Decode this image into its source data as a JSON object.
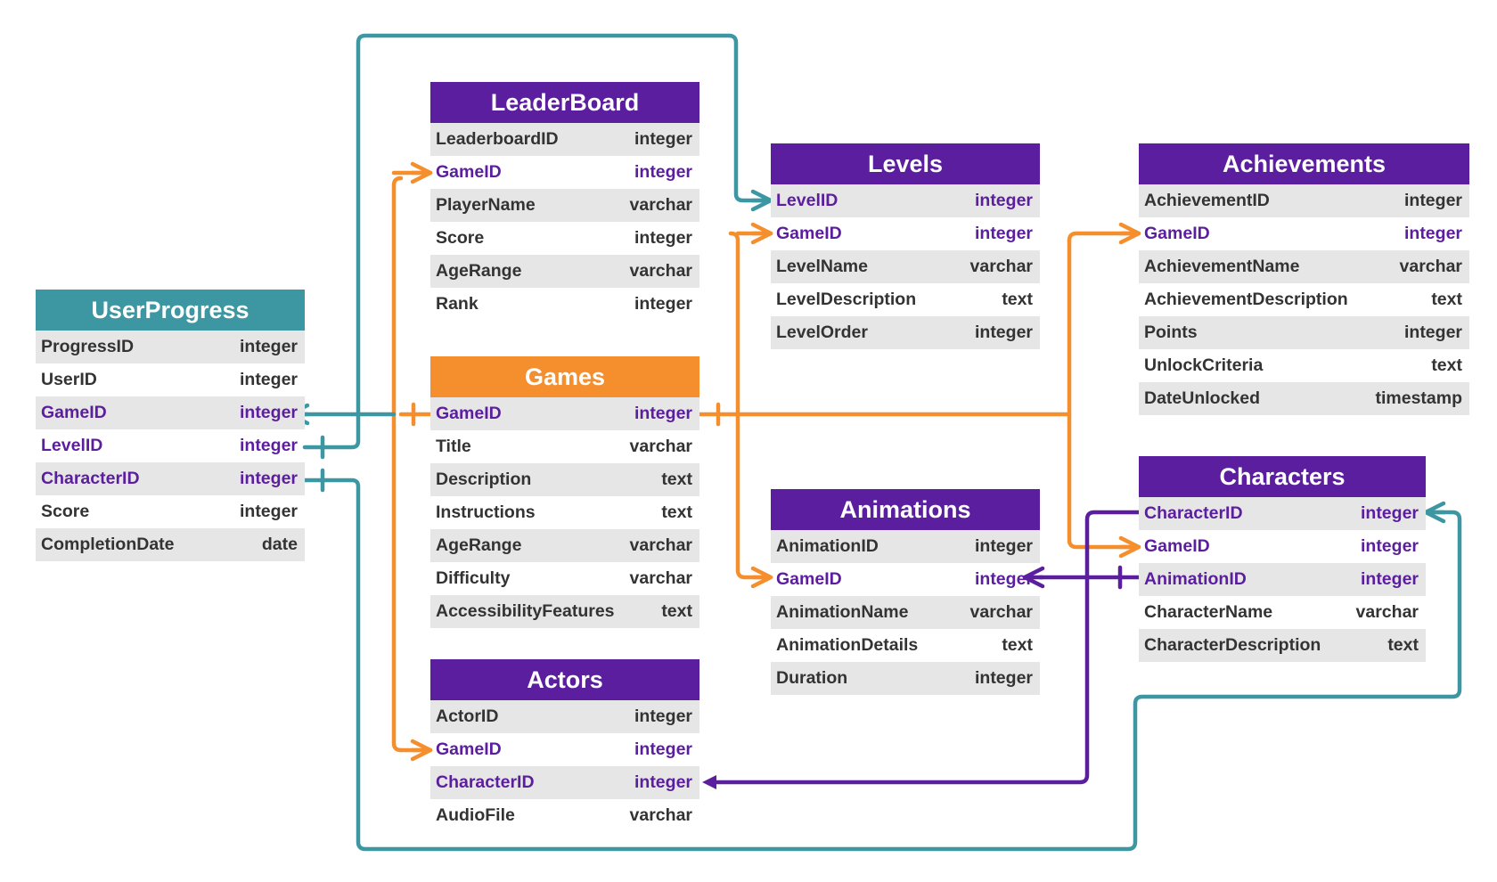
{
  "colors": {
    "purple": "#5b1e9e",
    "orange": "#f58f2e",
    "teal": "#3c97a3",
    "row_alt": "#e6e6e6",
    "text": "#333333"
  },
  "tables": [
    {
      "id": "userprogress",
      "title": "UserProgress",
      "header_color": "#3c97a3",
      "rows": [
        {
          "name": "ProgressID",
          "type": "integer",
          "key": false
        },
        {
          "name": "UserID",
          "type": "integer",
          "key": false
        },
        {
          "name": "GameID",
          "type": "integer",
          "key": true
        },
        {
          "name": "LevelID",
          "type": "integer",
          "key": true
        },
        {
          "name": "CharacterID",
          "type": "integer",
          "key": true
        },
        {
          "name": "Score",
          "type": "integer",
          "key": false
        },
        {
          "name": "CompletionDate",
          "type": "date",
          "key": false
        }
      ]
    },
    {
      "id": "leaderboard",
      "title": "LeaderBoard",
      "header_color": "#5b1e9e",
      "rows": [
        {
          "name": "LeaderboardID",
          "type": "integer",
          "key": false
        },
        {
          "name": "GameID",
          "type": "integer",
          "key": true
        },
        {
          "name": "PlayerName",
          "type": "varchar",
          "key": false
        },
        {
          "name": "Score",
          "type": "integer",
          "key": false
        },
        {
          "name": "AgeRange",
          "type": "varchar",
          "key": false
        },
        {
          "name": "Rank",
          "type": "integer",
          "key": false
        }
      ]
    },
    {
      "id": "games",
      "title": "Games",
      "header_color": "#f58f2e",
      "rows": [
        {
          "name": "GameID",
          "type": "integer",
          "key": true
        },
        {
          "name": "Title",
          "type": "varchar",
          "key": false
        },
        {
          "name": "Description",
          "type": "text",
          "key": false
        },
        {
          "name": "Instructions",
          "type": "text",
          "key": false
        },
        {
          "name": "AgeRange",
          "type": "varchar",
          "key": false
        },
        {
          "name": "Difficulty",
          "type": "varchar",
          "key": false
        },
        {
          "name": "AccessibilityFeatures",
          "type": "text",
          "key": false
        }
      ]
    },
    {
      "id": "actors",
      "title": "Actors",
      "header_color": "#5b1e9e",
      "rows": [
        {
          "name": "ActorID",
          "type": "integer",
          "key": false
        },
        {
          "name": "GameID",
          "type": "integer",
          "key": true
        },
        {
          "name": "CharacterID",
          "type": "integer",
          "key": true
        },
        {
          "name": "AudioFile",
          "type": "varchar",
          "key": false
        }
      ]
    },
    {
      "id": "levels",
      "title": "Levels",
      "header_color": "#5b1e9e",
      "rows": [
        {
          "name": "LevelID",
          "type": "integer",
          "key": true
        },
        {
          "name": "GameID",
          "type": "integer",
          "key": true
        },
        {
          "name": "LevelName",
          "type": "varchar",
          "key": false
        },
        {
          "name": "LevelDescription",
          "type": "text",
          "key": false
        },
        {
          "name": "LevelOrder",
          "type": "integer",
          "key": false
        }
      ]
    },
    {
      "id": "animations",
      "title": "Animations",
      "header_color": "#5b1e9e",
      "rows": [
        {
          "name": "AnimationID",
          "type": "integer",
          "key": false
        },
        {
          "name": "GameID",
          "type": "integer",
          "key": true
        },
        {
          "name": "AnimationName",
          "type": "varchar",
          "key": false
        },
        {
          "name": "AnimationDetails",
          "type": "text",
          "key": false
        },
        {
          "name": "Duration",
          "type": "integer",
          "key": false
        }
      ]
    },
    {
      "id": "achievements",
      "title": "Achievements",
      "header_color": "#5b1e9e",
      "rows": [
        {
          "name": "AchievementID",
          "type": "integer",
          "key": false
        },
        {
          "name": "GameID",
          "type": "integer",
          "key": true
        },
        {
          "name": "AchievementName",
          "type": "varchar",
          "key": false
        },
        {
          "name": "AchievementDescription",
          "type": "text",
          "key": false
        },
        {
          "name": "Points",
          "type": "integer",
          "key": false
        },
        {
          "name": "UnlockCriteria",
          "type": "text",
          "key": false
        },
        {
          "name": "DateUnlocked",
          "type": "timestamp",
          "key": false
        }
      ]
    },
    {
      "id": "characters",
      "title": "Characters",
      "header_color": "#5b1e9e",
      "rows": [
        {
          "name": "CharacterID",
          "type": "integer",
          "key": true
        },
        {
          "name": "GameID",
          "type": "integer",
          "key": true
        },
        {
          "name": "AnimationID",
          "type": "integer",
          "key": true
        },
        {
          "name": "CharacterName",
          "type": "varchar",
          "key": false
        },
        {
          "name": "CharacterDescription",
          "type": "text",
          "key": false
        }
      ]
    }
  ],
  "relationships": [
    {
      "from": "games.GameID",
      "to": "leaderboard.GameID",
      "color": "orange",
      "cardinality": "one-to-many"
    },
    {
      "from": "games.GameID",
      "to": "actors.GameID",
      "color": "orange",
      "cardinality": "one-to-many"
    },
    {
      "from": "games.GameID",
      "to": "userprogress.GameID",
      "color": "teal",
      "cardinality": "one-to-many"
    },
    {
      "from": "games.GameID",
      "to": "levels.GameID",
      "color": "orange",
      "cardinality": "one-to-many"
    },
    {
      "from": "games.GameID",
      "to": "animations.GameID",
      "color": "orange",
      "cardinality": "one-to-many"
    },
    {
      "from": "games.GameID",
      "to": "achievements.GameID",
      "color": "orange",
      "cardinality": "one-to-many"
    },
    {
      "from": "games.GameID",
      "to": "characters.GameID",
      "color": "orange",
      "cardinality": "one-to-many"
    },
    {
      "from": "userprogress.LevelID",
      "to": "levels.LevelID",
      "color": "teal",
      "cardinality": "many-to-one"
    },
    {
      "from": "userprogress.CharacterID",
      "to": "characters.CharacterID",
      "color": "teal",
      "cardinality": "many-to-one"
    },
    {
      "from": "characters.AnimationID",
      "to": "animations.GameID",
      "color": "purple",
      "cardinality": "one-to-many"
    },
    {
      "from": "characters.CharacterID",
      "to": "actors.CharacterID",
      "color": "purple",
      "cardinality": "one-to-many"
    }
  ]
}
